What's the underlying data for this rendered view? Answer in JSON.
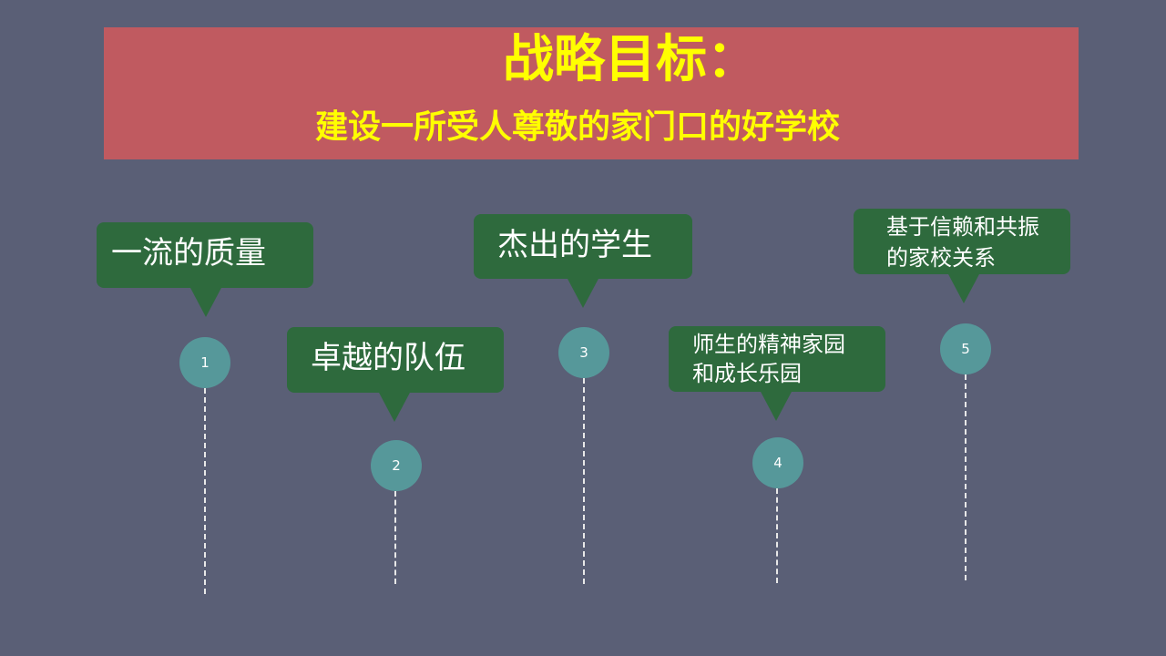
{
  "banner": {
    "title": "战略目标：",
    "subtitle": "建设一所受人尊敬的家门口的好学校"
  },
  "goals": [
    {
      "number": "1",
      "label_lines": [
        "一流的质量"
      ]
    },
    {
      "number": "2",
      "label_lines": [
        "卓越的队伍"
      ]
    },
    {
      "number": "3",
      "label_lines": [
        "杰出的学生"
      ]
    },
    {
      "number": "4",
      "label_lines": [
        "师生的精神家园",
        "和成长乐园"
      ]
    },
    {
      "number": "5",
      "label_lines": [
        "基于信赖和共振",
        "的家校关系"
      ]
    }
  ],
  "colors": {
    "background": "#5a5f76",
    "banner": "#c05a60",
    "banner_text": "#ffff00",
    "callout": "#2e6a3d",
    "circle": "#56989a"
  }
}
